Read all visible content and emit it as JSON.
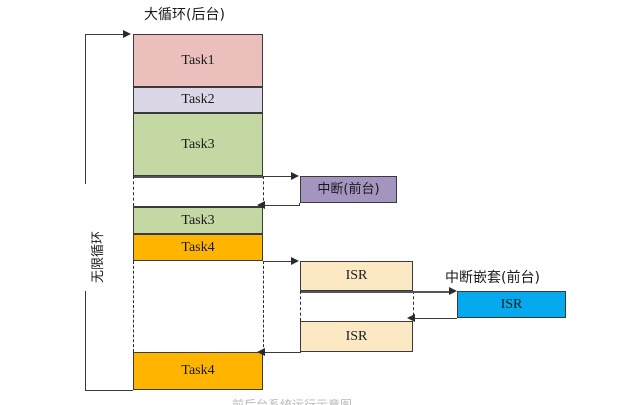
{
  "diagram": {
    "title_top": "大循环(后台)",
    "title_nested": "中断嵌套(前台)",
    "loop_label": "无限循环",
    "bottom_caption": "前后台系统运行示意图"
  },
  "colors": {
    "task1": "#EBC0BC",
    "task2": "#DCD7E6",
    "task3": "#C3D8A3",
    "task4": "#FFB400",
    "interrupt": "#A495C0",
    "isr": "#FCE8C3",
    "isr_nested": "#05A9ED",
    "stroke": "#3a3a3a",
    "background": "#FFFFFF"
  },
  "background_column": {
    "name": "大循环(后台)",
    "blocks": [
      {
        "label": "Task1",
        "color_key": "task1"
      },
      {
        "label": "Task2",
        "color_key": "task2"
      },
      {
        "label": "Task3",
        "color_key": "task3"
      },
      {
        "label": "",
        "color_key": "background"
      },
      {
        "label": "Task3",
        "color_key": "task3"
      },
      {
        "label": "Task4",
        "color_key": "task4"
      },
      {
        "label": "",
        "color_key": "background"
      },
      {
        "label": "Task4",
        "color_key": "task4"
      }
    ]
  },
  "interrupt_column": {
    "blocks": [
      {
        "label": "中断(前台)",
        "color_key": "interrupt"
      },
      {
        "label": "ISR",
        "color_key": "isr"
      },
      {
        "label": "ISR",
        "color_key": "isr"
      }
    ]
  },
  "nested_column": {
    "title": "中断嵌套(前台)",
    "blocks": [
      {
        "label": "ISR",
        "color_key": "isr_nested"
      }
    ]
  }
}
